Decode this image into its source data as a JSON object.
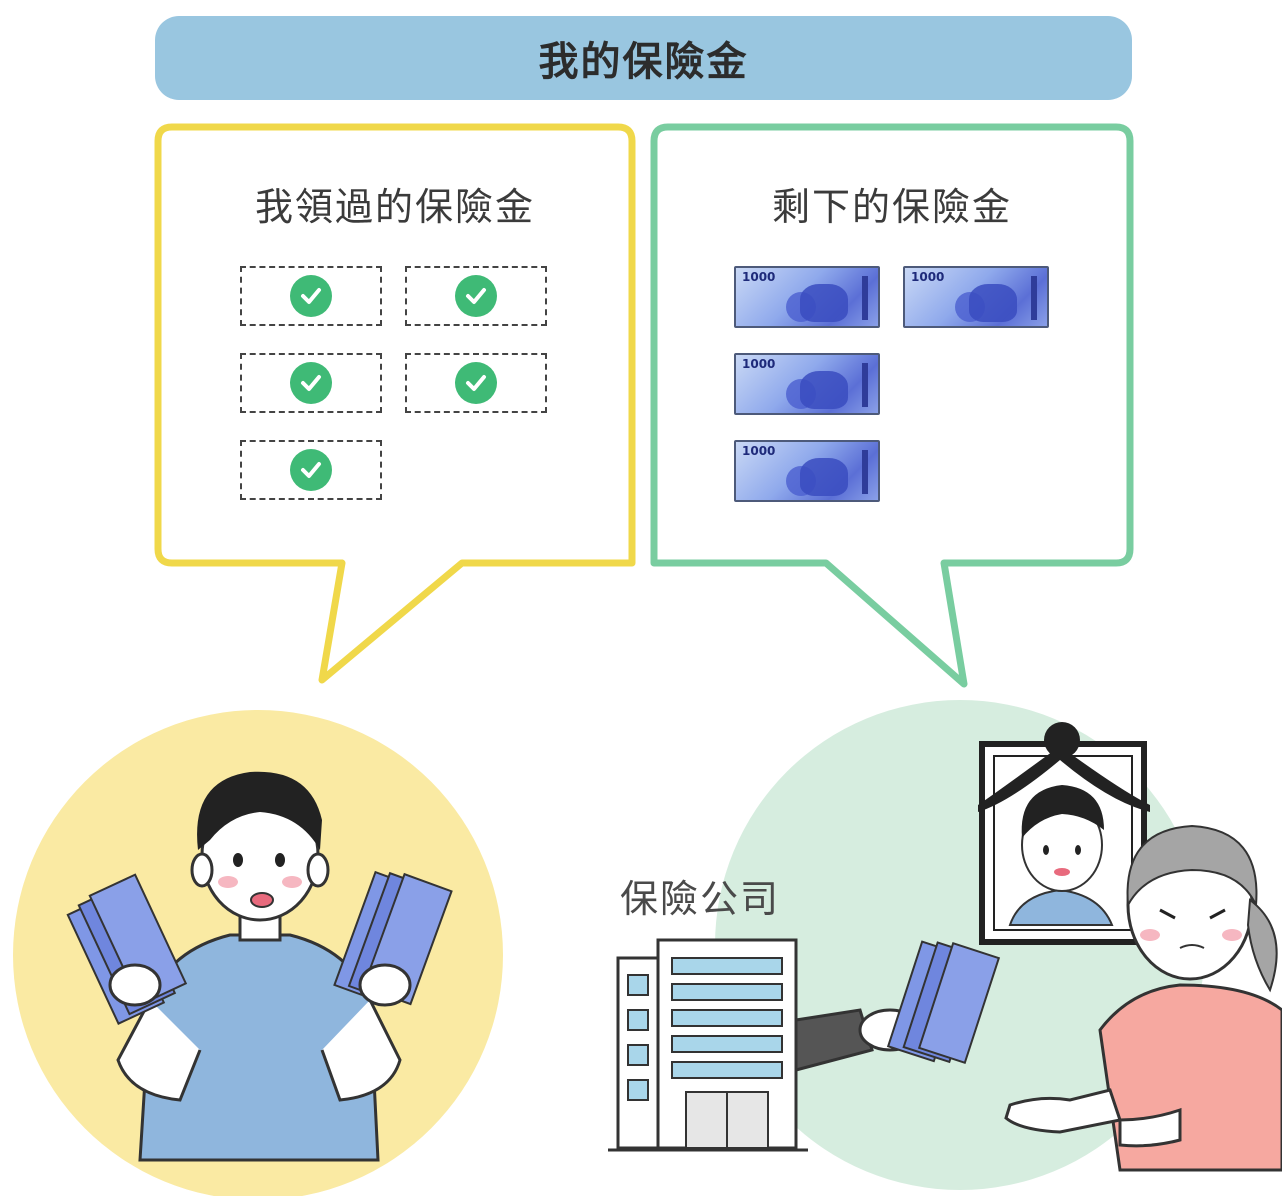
{
  "title": "我的保險金",
  "left_bubble": {
    "title": "我領過的保險金",
    "slot_count": 5,
    "slot_icon": "check-circle-icon",
    "accent": "#f0d84a"
  },
  "right_bubble": {
    "title": "剩下的保險金",
    "bill_count": 4,
    "bill_value": "1000",
    "accent": "#79cda0"
  },
  "company_label": "保險公司",
  "colors": {
    "title_bar": "#99c6e0",
    "check": "#3fba76",
    "left_circle": "#faeaa3",
    "right_circle": "#d6eddf"
  }
}
